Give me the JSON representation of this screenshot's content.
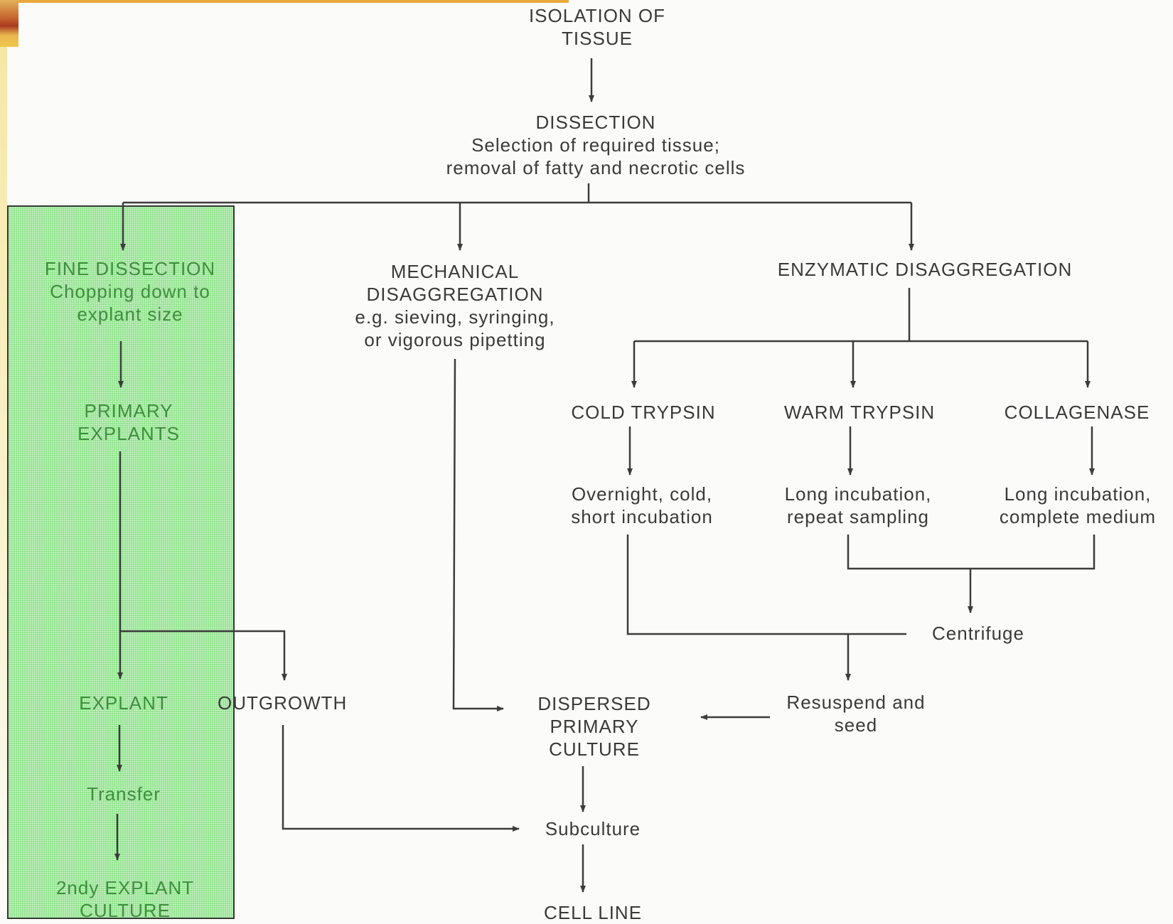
{
  "nodes": {
    "isolation": "ISOLATION OF\nTISSUE",
    "dissection": "DISSECTION\nSelection of required tissue;\nremoval of fatty and necrotic cells",
    "fine_dissection": "FINE DISSECTION\nChopping down to\nexplant size",
    "mechanical": "MECHANICAL\nDISAGGREGATION\ne.g. sieving, syringing,\nor vigorous pipetting",
    "enzymatic": "ENZYMATIC DISAGGREGATION",
    "primary_explants": "PRIMARY\nEXPLANTS",
    "cold_trypsin": "COLD TRYPSIN",
    "warm_trypsin": "WARM TRYPSIN",
    "collagenase": "COLLAGENASE",
    "cold_desc": "Overnight, cold,\nshort incubation",
    "warm_desc": "Long incubation,\nrepeat sampling",
    "collagenase_desc": "Long incubation,\ncomplete medium",
    "centrifuge": "Centrifuge",
    "explant": "EXPLANT",
    "outgrowth": "OUTGROWTH",
    "dispersed": "DISPERSED\nPRIMARY\nCULTURE",
    "resuspend": "Resuspend and\nseed",
    "transfer": "Transfer",
    "subculture": "Subculture",
    "secondary_explant": "2ndy EXPLANT\nCULTURE",
    "cell_line": "CELL LINE"
  },
  "colors": {
    "green_panel": "#8ee28a",
    "green_text": "#3f8f3f",
    "text": "#3a3a3a",
    "line": "#3c3c3c",
    "accent": "#e8a93a"
  }
}
